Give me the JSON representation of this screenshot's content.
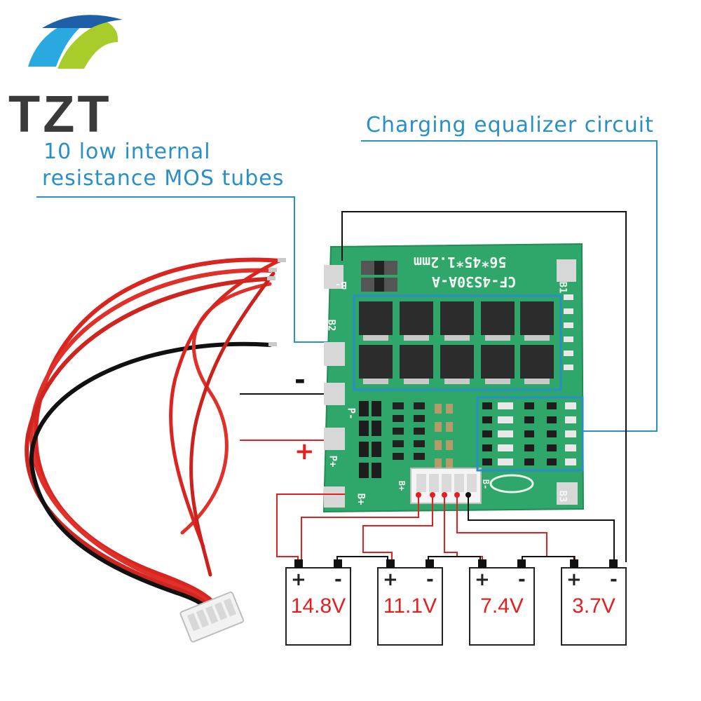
{
  "brand": {
    "name": "TZT",
    "logo_colors": [
      "#2aa8e0",
      "#a8cc2a",
      "#1f5fa8"
    ]
  },
  "callouts": {
    "mos_line1": "10 low internal",
    "mos_line2": "resistance MOS tubes",
    "equalizer": "Charging equalizer circuit"
  },
  "board": {
    "model": "CF-4S30A-A",
    "size": "56*45*1.2mm",
    "pads": {
      "b_minus": "B-",
      "b2": "B2",
      "b1": "B1",
      "p_minus": "P-",
      "p_plus": "P+",
      "b_plus": "B+",
      "b3": "B3"
    },
    "connector_labels": {
      "left": "B+",
      "right": "B-"
    }
  },
  "wire_signs": {
    "negative": "-",
    "positive": "+"
  },
  "batteries": [
    {
      "voltage": "14.8V",
      "plus": "+",
      "minus": "-"
    },
    {
      "voltage": "11.1V",
      "plus": "+",
      "minus": "-"
    },
    {
      "voltage": "7.4V",
      "plus": "+",
      "minus": "-"
    },
    {
      "voltage": "3.7V",
      "plus": "+",
      "minus": "-"
    }
  ],
  "colors": {
    "callout_blue": "#2a8fc6",
    "pcb_green": "#2fa66a",
    "wire_red": "#e41f1f",
    "wire_black": "#111111",
    "voltage_red": "#e41f1f"
  }
}
